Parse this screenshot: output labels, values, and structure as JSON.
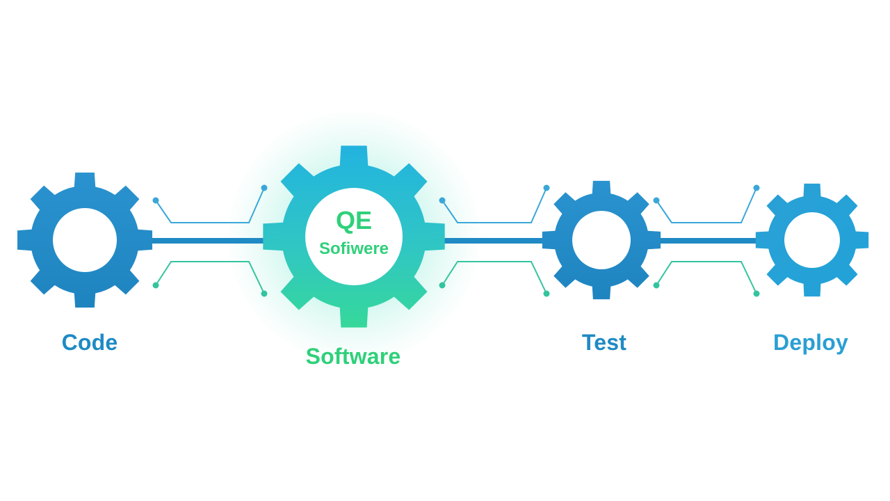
{
  "colors": {
    "blue": "#1f8ac4",
    "blue_light": "#2aa6d6",
    "green": "#2fd07a",
    "teal": "#3cc6c8",
    "background": "#ffffff"
  },
  "diagram": {
    "nodes": [
      {
        "id": "code",
        "label": "Code",
        "icon": "gear-icon",
        "highlighted": false
      },
      {
        "id": "software",
        "label": "Software",
        "icon": "gear-icon",
        "highlighted": true,
        "center_title": "QE",
        "center_subtitle": "Sofiwere"
      },
      {
        "id": "test",
        "label": "Test",
        "icon": "gear-icon",
        "highlighted": false
      },
      {
        "id": "deploy",
        "label": "Deploy",
        "icon": "gear-icon",
        "highlighted": false
      }
    ],
    "connections": [
      {
        "from": "code",
        "to": "software"
      },
      {
        "from": "software",
        "to": "test"
      },
      {
        "from": "test",
        "to": "deploy"
      }
    ]
  }
}
